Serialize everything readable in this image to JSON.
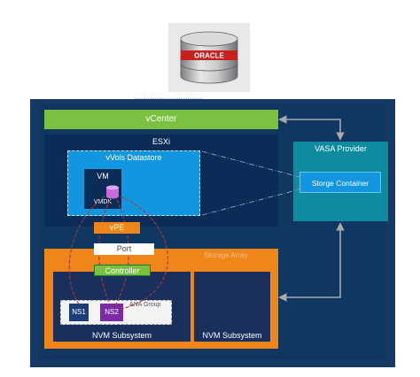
{
  "logo": {
    "text": "ORACLE",
    "icon": "oracle-database-cylinder-icon"
  },
  "outer_caption": "........................................",
  "vcenter": {
    "label": "vCenter"
  },
  "esxi": {
    "label": "ESXi",
    "datastore": {
      "label": "vVols Datastore",
      "vm": {
        "label": "VM",
        "disk_label": "VMDK"
      }
    }
  },
  "vasa": {
    "label": "VASA Provider",
    "container_label": "Storge Container"
  },
  "vpe": {
    "label": "vPE"
  },
  "array": {
    "label": "Storage Array",
    "port_label": "Port",
    "controller_label": "Controller",
    "subsystem1": {
      "label": "NVM Subsystem",
      "ana_group_label": "ANA Group",
      "namespaces": [
        "NS1",
        "NS2"
      ]
    },
    "subsystem2": {
      "label": "NVM Subsystem"
    }
  },
  "colors": {
    "vcenter_green": "#7ac142",
    "datastore_blue": "#1296df",
    "vasa_teal": "#0f8ba0",
    "array_orange": "#f0861a",
    "ns2_purple": "#7c2ba6",
    "path_red": "#a23b3b"
  }
}
